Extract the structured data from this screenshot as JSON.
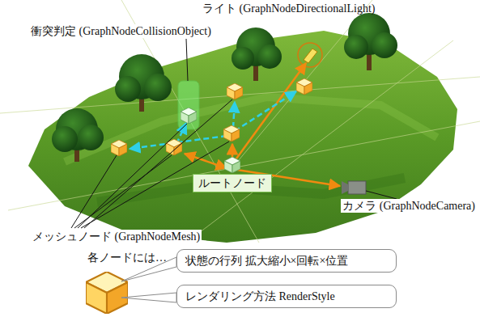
{
  "diagram": {
    "nodes": [
      {
        "text": [
          "ルートノード"
        ]
      },
      {
        "text": [
          "状態の行列 拡大縮小×回転×位置"
        ]
      },
      {
        "text": [
          "レンダリング方法 RenderStyle"
        ]
      }
    ],
    "labels": [
      "ライト (GraphNodeDirectionalLight)",
      "衝突判定 (GraphNodeCollisionObject)",
      "カメラ (GraphNodeCamera)",
      "メッシュノード (GraphNodeMesh)",
      "各ノードには…"
    ]
  }
}
